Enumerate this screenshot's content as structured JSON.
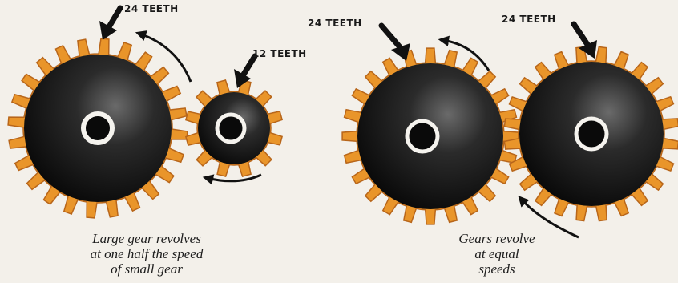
{
  "colors": {
    "gear_orange": "#e9952a",
    "gear_face": "#111111",
    "hub": "#f5f3ee",
    "arrow": "#111111",
    "background": "#f3f0ea"
  },
  "left_panel": {
    "large_gear": {
      "label": "24 TEETH",
      "teeth": 24
    },
    "small_gear": {
      "label": "12 TEETH",
      "teeth": 12
    },
    "caption": [
      "Large gear revolves",
      "at one half the speed",
      "of small gear"
    ]
  },
  "right_panel": {
    "gear_a": {
      "label": "24 TEETH",
      "teeth": 24
    },
    "gear_b": {
      "label": "24 TEETH",
      "teeth": 24
    },
    "caption": [
      "Gears revolve",
      "at equal",
      "speeds"
    ]
  }
}
